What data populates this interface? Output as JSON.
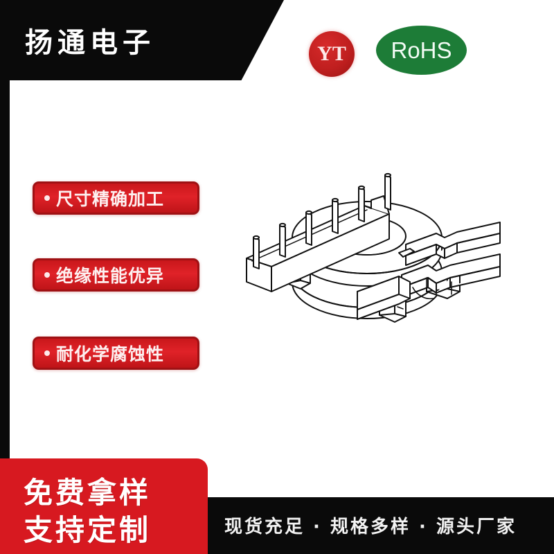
{
  "header": {
    "brand_name": "扬通电子",
    "yt_logo_text": "YT",
    "rohs_badge_text": "RoHS",
    "colors": {
      "header_background": "#0a0a0a",
      "yt_logo": "#c01f1f",
      "rohs_badge": "#1d7c37"
    }
  },
  "features": {
    "tags": [
      {
        "bullet": "•",
        "label": "尺寸精确加工"
      },
      {
        "bullet": "•",
        "label": "绝缘性能优异"
      },
      {
        "bullet": "•",
        "label": "耐化学腐蚀性"
      }
    ],
    "tag_color": "#e02228"
  },
  "product": {
    "description": "磁芯骨架线框图",
    "pin_count": 6,
    "line_color": "#111111",
    "fill_color": "#ffffff"
  },
  "promo": {
    "red_block_lines": [
      "免费拿样",
      "支持定制"
    ],
    "black_bar_text": "现货充足 · 规格多样 · 源头厂家",
    "colors": {
      "red_block": "#d71920",
      "black_bar": "#0a0a0a"
    }
  }
}
